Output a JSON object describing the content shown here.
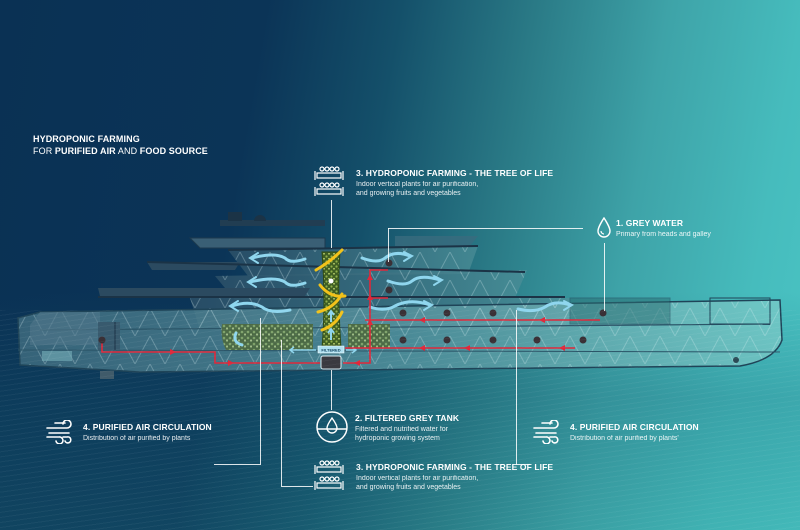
{
  "heading": {
    "line1": "HYDROPONIC FARMING",
    "line2_prefix": "FOR ",
    "line2_bold1": "PURIFIED AIR",
    "line2_mid": " AND ",
    "line2_bold2": "FOOD SOURCE"
  },
  "callouts": {
    "hydroponic_top": {
      "icon": "hydroponic-racks-icon",
      "title": "3. HYDROPONIC FARMING - THE TREE OF LIFE",
      "desc_line1": "Indoor vertical plants for air purification,",
      "desc_line2": "and growing fruits and vegetables"
    },
    "grey_water": {
      "icon": "water-drop-icon",
      "title": "1. GREY WATER",
      "desc_line1": "Primary from heads and galley"
    },
    "filtered_tank": {
      "icon": "filtered-tank-icon",
      "title": "2. FILTERED GREY TANK",
      "desc_line1": "Filtered and nutrified water for",
      "desc_line2": "hydroponic growing system"
    },
    "air_left": {
      "icon": "wind-icon",
      "title": "4. PURIFIED AIR CIRCULATION",
      "desc_line1": "Distribution of air purified by plants"
    },
    "air_right": {
      "icon": "wind-icon",
      "title": "4. PURIFIED AIR CIRCULATION",
      "desc_line1": "Distribution of air purified by plants'"
    },
    "hydroponic_bottom": {
      "icon": "hydroponic-racks-icon",
      "title": "3. HYDROPONIC FARMING - THE TREE OF LIFE",
      "desc_line1": "Indoor vertical plants for air purification,",
      "desc_line2": "and growing fruits and vegetables"
    }
  },
  "ship": {
    "filter_label": "FILTERED"
  },
  "colors": {
    "background_dark": "#0a3154",
    "background_light": "#4ac4c4",
    "water_pipe": "#e0283a",
    "air_flow": "#8fd6ee",
    "tree_green": "#5a7a2a",
    "tree_accent": "#f2c21a",
    "text": "#ffffff"
  }
}
